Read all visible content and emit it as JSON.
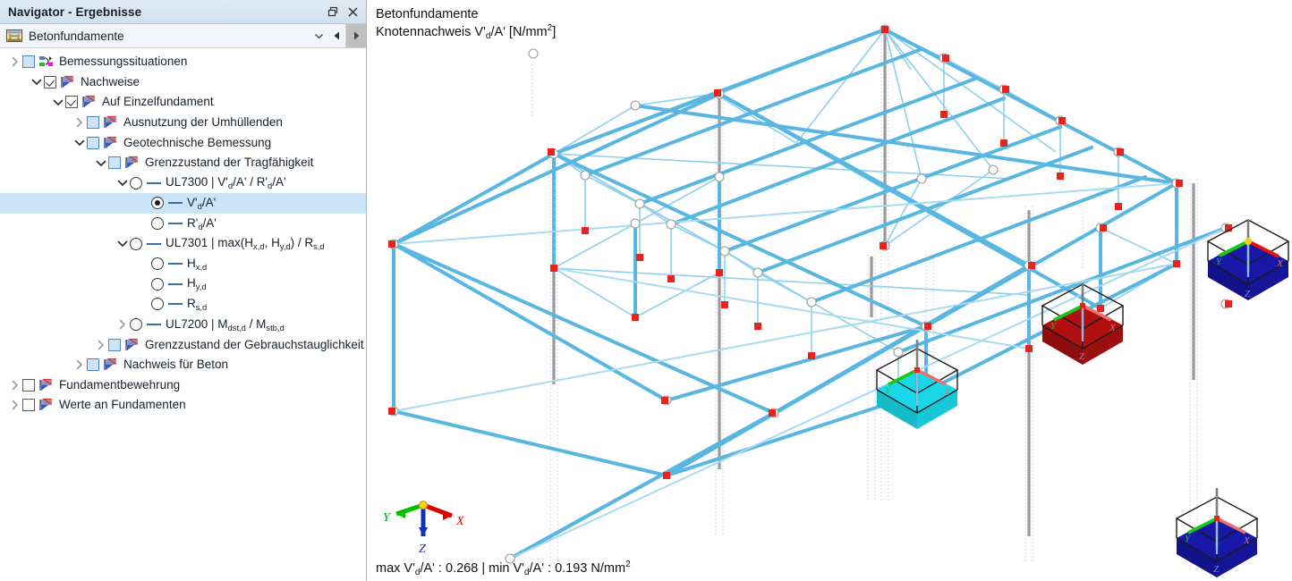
{
  "window": {
    "title": "Navigator - Ergebnisse",
    "restore_icon": "restore-window-icon",
    "close_icon": "close-icon"
  },
  "combo": {
    "icon": "foundation-icon",
    "value": "Betonfundamente",
    "dropdown_icon": "chevron-down-icon",
    "prev_icon": "arrow-left-icon",
    "next_icon": "arrow-right-icon"
  },
  "tree": {
    "items": [
      {
        "label": "Bemessungssituationen",
        "indent": 0,
        "expander": "collapsed",
        "control": "checkbox",
        "checked": false,
        "box": "blue",
        "icon": "design-situation-icon"
      },
      {
        "label": "Nachweise",
        "indent": 1,
        "expander": "expanded",
        "control": "checkbox",
        "checked": true,
        "box": "white",
        "icon": "check-flag-icon"
      },
      {
        "label": "Auf Einzelfundament",
        "indent": 2,
        "expander": "expanded",
        "control": "checkbox",
        "checked": true,
        "box": "white",
        "icon": "check-flag-icon"
      },
      {
        "label": "Ausnutzung der Umhüllenden",
        "indent": 3,
        "expander": "collapsed",
        "control": "checkbox",
        "checked": false,
        "box": "blue",
        "icon": "check-flag-icon"
      },
      {
        "label": "Geotechnische Bemessung",
        "indent": 3,
        "expander": "expanded",
        "control": "checkbox",
        "checked": false,
        "box": "blue",
        "icon": "check-flag-icon"
      },
      {
        "label": "Grenzzustand der Tragfähigkeit",
        "indent": 4,
        "expander": "expanded",
        "control": "checkbox",
        "checked": false,
        "box": "blue",
        "icon": "check-flag-icon"
      },
      {
        "label": "UL7300 | V'd/A' / R'd/A'",
        "html": "UL7300 | V'<sub>d</sub>/A' / R'<sub>d</sub>/A'",
        "indent": 5,
        "expander": "expanded",
        "control": "radio",
        "selected": false,
        "line": true
      },
      {
        "label": "V'd/A'",
        "html": "V'<sub>d</sub>/A'",
        "indent": 6,
        "expander": "none",
        "control": "radio",
        "selected": true,
        "line": true,
        "row_selected": true
      },
      {
        "label": "R'd/A'",
        "html": "R'<sub>d</sub>/A'",
        "indent": 6,
        "expander": "none",
        "control": "radio",
        "selected": false,
        "line": true
      },
      {
        "label": "UL7301 | max(Hx,d, Hy,d) / Rs,d",
        "html": "UL7301 | max(H<sub>x,d</sub>, H<sub>y,d</sub>) / R<sub>s,d</sub>",
        "indent": 5,
        "expander": "expanded",
        "control": "radio",
        "selected": false,
        "line": true
      },
      {
        "label": "Hx,d",
        "html": "H<sub>x,d</sub>",
        "indent": 6,
        "expander": "none",
        "control": "radio",
        "selected": false,
        "line": true
      },
      {
        "label": "Hy,d",
        "html": "H<sub>y,d</sub>",
        "indent": 6,
        "expander": "none",
        "control": "radio",
        "selected": false,
        "line": true
      },
      {
        "label": "Rs,d",
        "html": "R<sub>s,d</sub>",
        "indent": 6,
        "expander": "none",
        "control": "radio",
        "selected": false,
        "line": true
      },
      {
        "label": "UL7200 | Mdst,d / Mstb,d",
        "html": "UL7200 | M<sub>dst,d</sub> / M<sub>stb,d</sub>",
        "indent": 5,
        "expander": "collapsed",
        "control": "radio",
        "selected": false,
        "line": true
      },
      {
        "label": "Grenzzustand der Gebrauchstauglichkeit",
        "indent": 4,
        "expander": "collapsed",
        "control": "checkbox",
        "checked": false,
        "box": "blue",
        "icon": "check-flag-icon"
      },
      {
        "label": "Nachweis für Beton",
        "indent": 3,
        "expander": "collapsed",
        "control": "checkbox",
        "checked": false,
        "box": "blue",
        "icon": "check-flag-icon"
      },
      {
        "label": "Fundamentbewehrung",
        "indent": 0,
        "expander": "collapsed",
        "control": "checkbox",
        "checked": false,
        "box": "white",
        "icon": "check-flag-icon"
      },
      {
        "label": "Werte an Fundamenten",
        "indent": 0,
        "expander": "collapsed",
        "control": "checkbox",
        "checked": false,
        "box": "white",
        "icon": "check-flag-icon"
      }
    ]
  },
  "viewport": {
    "title_line1": "Betonfundamente",
    "title_line2_pre": "Knotennachweis V'",
    "title_line2_sub": "d",
    "title_line2_mid": "/A' [N/mm",
    "title_line2_sup": "2",
    "title_line2_post": "]",
    "status_pre": "max V'",
    "status_sub1": "d",
    "status_mid1": "/A' : ",
    "status_max": "0.268",
    "status_sep": " | min V'",
    "status_sub2": "d",
    "status_mid2": "/A' : ",
    "status_min": "0.193",
    "status_unit_pre": " N/mm",
    "status_unit_sup": "2",
    "axes": {
      "x": "X",
      "y": "Y",
      "z": "Z"
    },
    "colors": {
      "member": "#58b6e0",
      "member_thin": "#8ed0ec",
      "node_red": "#e8231c",
      "node_white": "#ffffff",
      "column_gray": "#9a9a9a",
      "guide_dotted": "#c8c8e8",
      "axis_x": "#e00000",
      "axis_y": "#00c000",
      "axis_z": "#1030c0"
    },
    "foundations": [
      {
        "name": "foundation-red",
        "fill": "#b01010"
      },
      {
        "name": "foundation-navy",
        "fill": "#1818a8"
      },
      {
        "name": "foundation-cyan-left",
        "fill": "#18d8e8"
      },
      {
        "name": "foundation-navy-bottom",
        "fill": "#1818a8"
      },
      {
        "name": "foundation-cyan-right",
        "fill": "#18d8e8"
      },
      {
        "name": "foundation-green",
        "fill": "#18c818"
      }
    ]
  }
}
